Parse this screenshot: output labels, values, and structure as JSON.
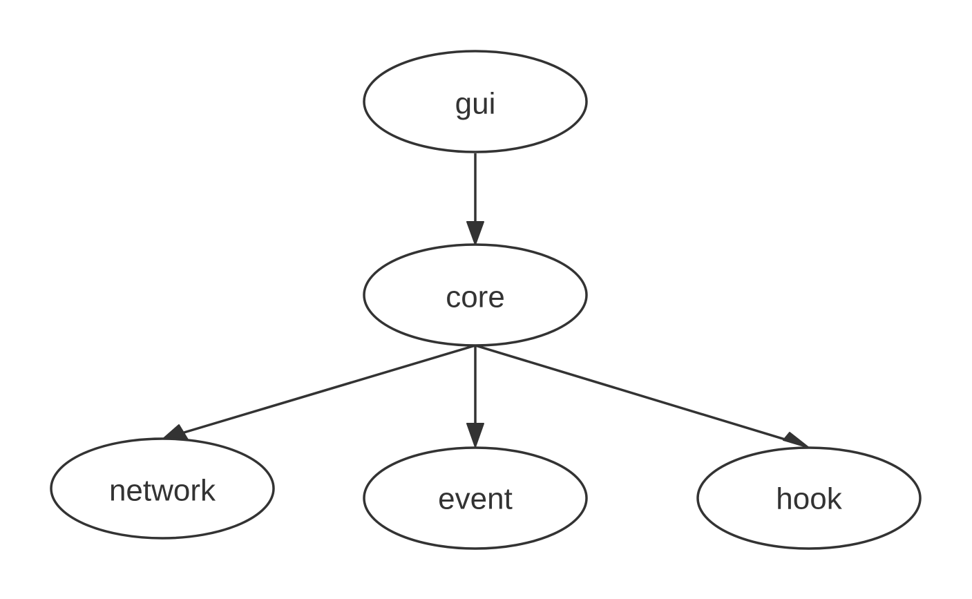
{
  "diagram": {
    "nodes": {
      "gui": {
        "label": "gui"
      },
      "core": {
        "label": "core"
      },
      "network": {
        "label": "network"
      },
      "event": {
        "label": "event"
      },
      "hook": {
        "label": "hook"
      }
    },
    "edges": [
      {
        "from": "gui",
        "to": "core"
      },
      {
        "from": "core",
        "to": "network"
      },
      {
        "from": "core",
        "to": "event"
      },
      {
        "from": "core",
        "to": "hook"
      }
    ]
  }
}
